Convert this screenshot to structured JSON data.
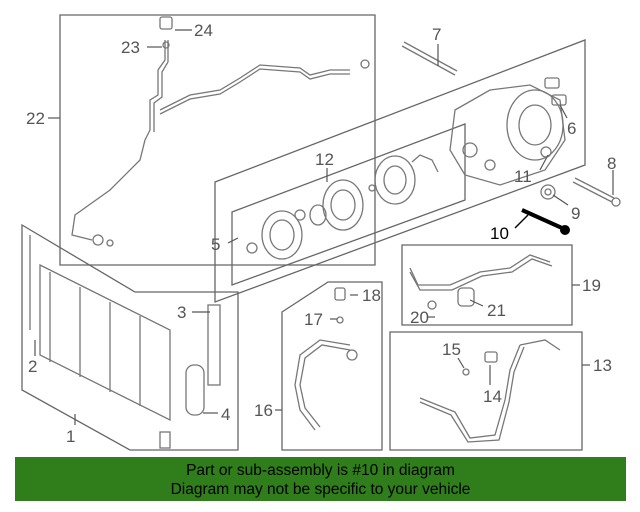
{
  "callouts": {
    "c1": "1",
    "c2": "2",
    "c3": "3",
    "c4": "4",
    "c5": "5",
    "c6": "6",
    "c7": "7",
    "c8": "8",
    "c9": "9",
    "c10": "10",
    "c11": "11",
    "c12": "12",
    "c13": "13",
    "c14": "14",
    "c15": "15",
    "c16": "16",
    "c17": "17",
    "c18": "18",
    "c19": "19",
    "c20": "20",
    "c21": "21",
    "c22": "22",
    "c23": "23",
    "c24": "24"
  },
  "highlighted_part": "10",
  "colors": {
    "banner_bg": "#2f7d1b",
    "line": "#777777",
    "highlight_part": "#000000"
  },
  "banner": {
    "line1": "Part or sub-assembly is #10 in diagram",
    "line2": "Diagram may not be specific to your vehicle"
  }
}
